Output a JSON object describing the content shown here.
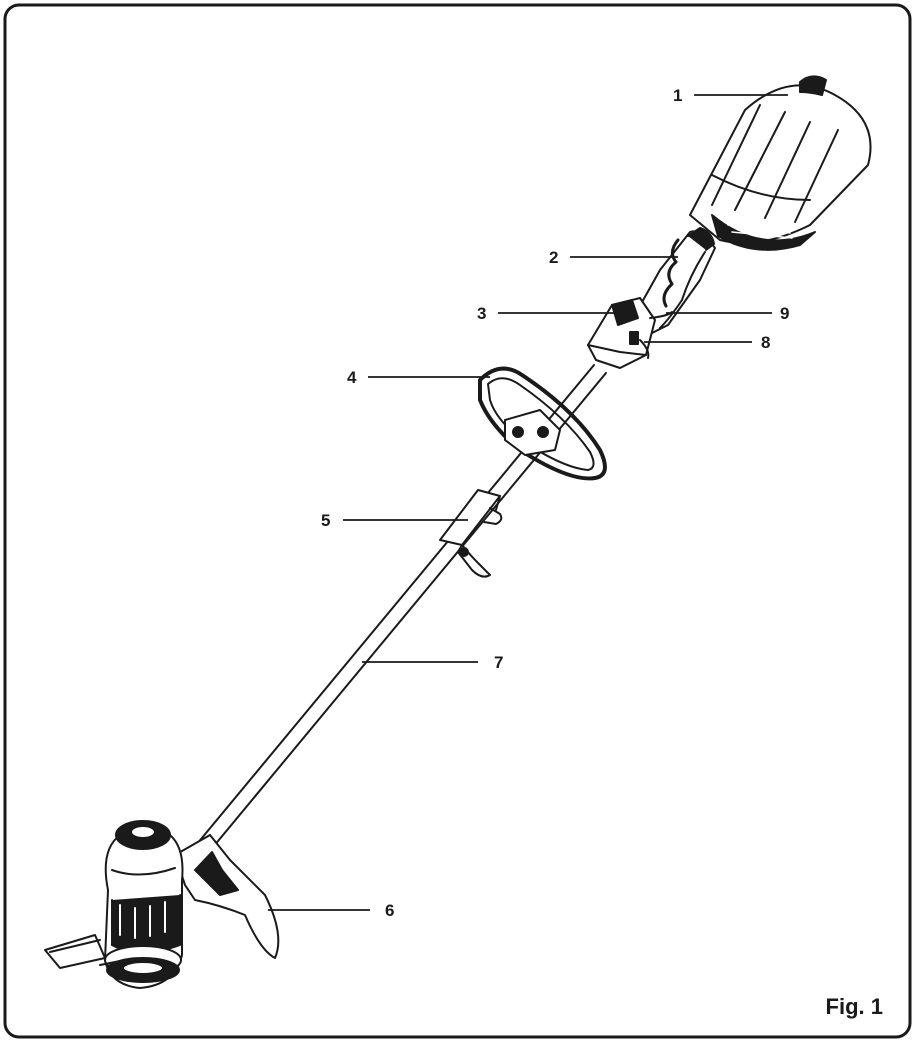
{
  "figure": {
    "caption": "Fig. 1",
    "callouts": [
      {
        "id": "1",
        "label": "1"
      },
      {
        "id": "2",
        "label": "2"
      },
      {
        "id": "3",
        "label": "3"
      },
      {
        "id": "4",
        "label": "4"
      },
      {
        "id": "5",
        "label": "5"
      },
      {
        "id": "6",
        "label": "6"
      },
      {
        "id": "7",
        "label": "7"
      },
      {
        "id": "8",
        "label": "8"
      },
      {
        "id": "9",
        "label": "9"
      }
    ]
  }
}
